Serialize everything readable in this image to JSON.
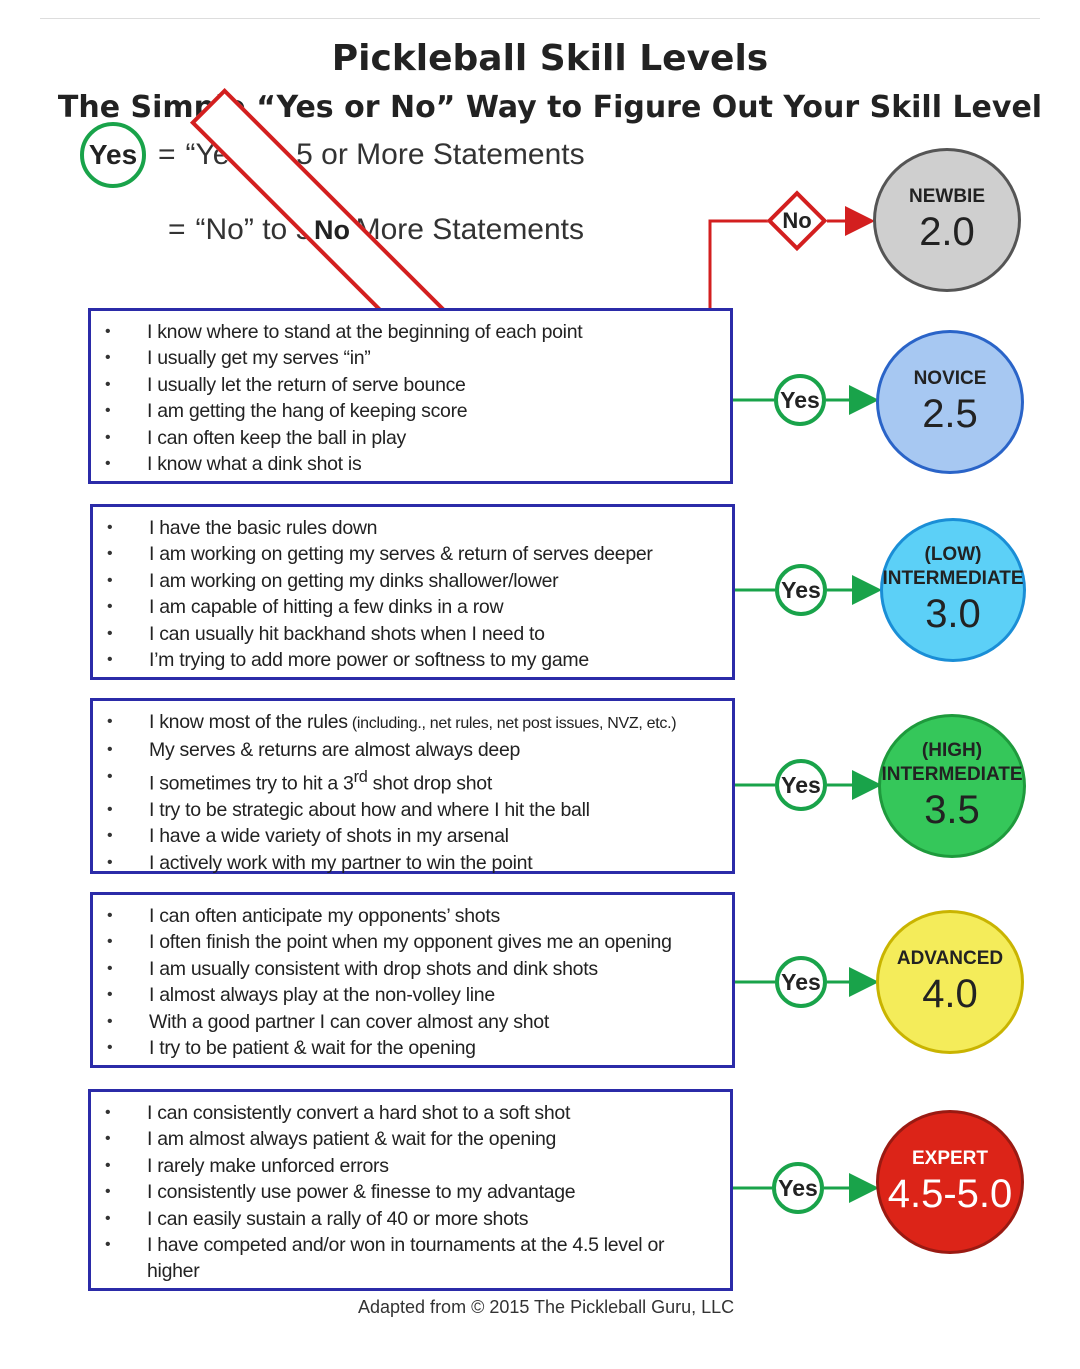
{
  "title": "Pickleball Skill Levels",
  "subtitle": "The Simple “Yes or No” Way to Figure Out Your Skill Level",
  "legend": {
    "yes_badge": "Yes",
    "yes_eq": "=",
    "yes_text": "“Yes” to 5 or More Statements",
    "no_badge": "No",
    "no_eq": "=",
    "no_text": "“No” to 5 or More Statements"
  },
  "badges": {
    "yes": "Yes",
    "no": "No"
  },
  "levels": [
    {
      "name": "NEWBIE",
      "score": "2.0",
      "fill": "#cfcfcf",
      "border": "#555555"
    },
    {
      "name": "NOVICE",
      "score": "2.5",
      "fill": "#a7c8f2",
      "border": "#2a64c8"
    },
    {
      "name": "(LOW)\nINTERMEDIATE",
      "score": "3.0",
      "fill": "#5cd0f7",
      "border": "#1a8ed6"
    },
    {
      "name": "(HIGH)\nINTERMEDIATE",
      "score": "3.5",
      "fill": "#35c75a",
      "border": "#1e9a3c"
    },
    {
      "name": "ADVANCED",
      "score": "4.0",
      "fill": "#f4ec5a",
      "border": "#c9b400"
    },
    {
      "name": "EXPERT",
      "score": "4.5-5.0",
      "fill": "#dc2418",
      "border": "#9a1a12"
    }
  ],
  "statement_groups": [
    [
      "I know where to stand at the beginning of each point",
      "I usually get my serves “in”",
      "I usually let the return of serve bounce",
      "I am getting the hang of keeping score",
      "I can often keep the ball in play",
      "I know what a dink shot is"
    ],
    [
      "I have the basic rules down",
      "I am working on getting my serves & return of serves deeper",
      "I am working on getting my dinks shallower/lower",
      "I am capable of hitting a few dinks in a row",
      "I can usually hit backhand shots when I need to",
      "I’m trying to add more power or softness to my game"
    ],
    [
      "I know most of the rules",
      "My serves & returns are almost always deep",
      "I sometimes try to hit a 3",
      "I try to be strategic about how and where I hit the ball",
      "I have a wide variety of shots in my arsenal",
      "I actively work with my partner to win the point"
    ],
    [
      "I can often anticipate my opponents’ shots",
      "I often finish the point when my opponent gives me an opening",
      "I am usually consistent with drop shots and dink shots",
      "I almost always play at the non-volley line",
      "With a good partner I can cover almost any shot",
      "I try to be patient & wait for the opening"
    ],
    [
      "I can consistently convert a hard shot to a soft shot",
      "I am almost always patient & wait for the opening",
      "I rarely make unforced errors",
      "I consistently use power & finesse to my advantage",
      "I can easily sustain a rally of 40 or more shots",
      "I have competed and/or won in tournaments at the 4.5 level or higher"
    ]
  ],
  "group3_extras": {
    "rules_note": " (including., net rules, net post issues, NVZ, etc.)",
    "third_sup": "rd",
    "third_rest": " shot drop shot"
  },
  "footer": "Adapted from © 2015 The Pickleball Guru, LLC",
  "colors": {
    "yes": "#19a34a",
    "no": "#d31f1f",
    "box_border": "#2b2ba8"
  }
}
